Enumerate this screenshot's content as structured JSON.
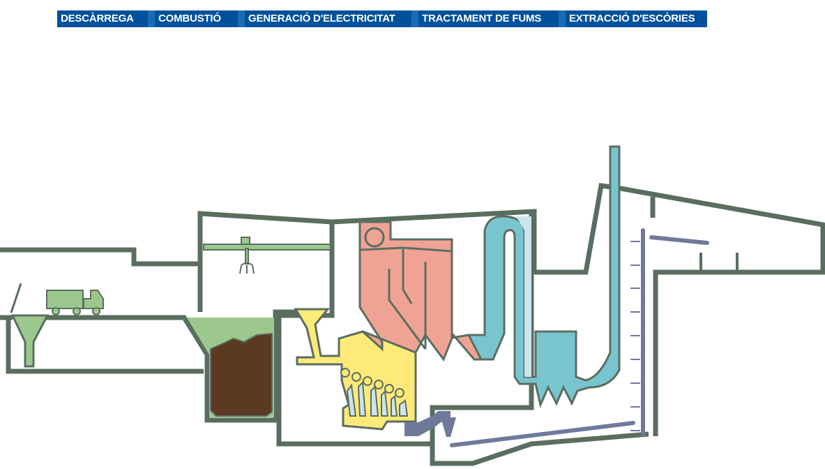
{
  "nav": {
    "tabs": [
      {
        "label": "DESCÀRREGA"
      },
      {
        "label": "COMBUSTIÓ"
      },
      {
        "label": "GENERACIÓ D'ELECTRICITAT"
      },
      {
        "label": "TRACTAMENT DE FUMS"
      },
      {
        "label": "EXTRACCIÓ D'ESCÒRIES"
      }
    ]
  },
  "colors": {
    "nav_bg": "#00519b",
    "outline": "#5a6e60",
    "waste_green": "#9dc88d",
    "waste_brown": "#5c3a22",
    "furnace_yellow": "#fdea78",
    "boiler_salmon": "#f0a395",
    "flue_cyan": "#79c5cf",
    "pale_blue": "#cde3ee",
    "slag_slate": "#6f7a9a"
  }
}
